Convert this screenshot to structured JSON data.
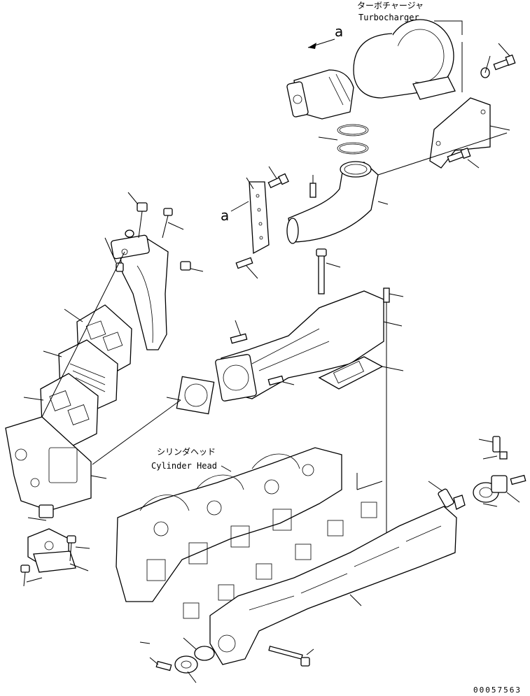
{
  "callouts": {
    "turbocharger_jp": "ターボチャージャ",
    "turbocharger_en": "Turbocharger",
    "cylinder_head_jp": "シリンダヘッド",
    "cylinder_head_en": "Cylinder Head"
  },
  "refs": {
    "ref_a_top": "a",
    "ref_a_mid": "a"
  },
  "drawing_code": "00057563"
}
